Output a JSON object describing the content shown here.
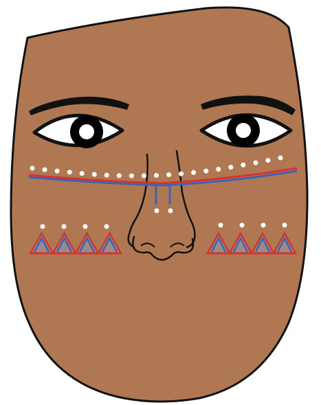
{
  "colors": {
    "background": "#ffffff",
    "skin": "#b07852",
    "outline": "#111111",
    "eye_white": "#ffffff",
    "pupil": "#000000",
    "line_red": "#d8312c",
    "line_blue": "#3b63b2",
    "triangle_fill": "#9c8a86",
    "dot": "#ffffff"
  },
  "illustration": {
    "subject": "face-with-tattoo-markings",
    "eyes": 2,
    "eyebrows": 2,
    "cheek_triangles_per_side": 4,
    "cheek_dots_per_side": 4,
    "brow_line_dots": 21,
    "nose_dots": 2,
    "nose_lines": 2
  }
}
